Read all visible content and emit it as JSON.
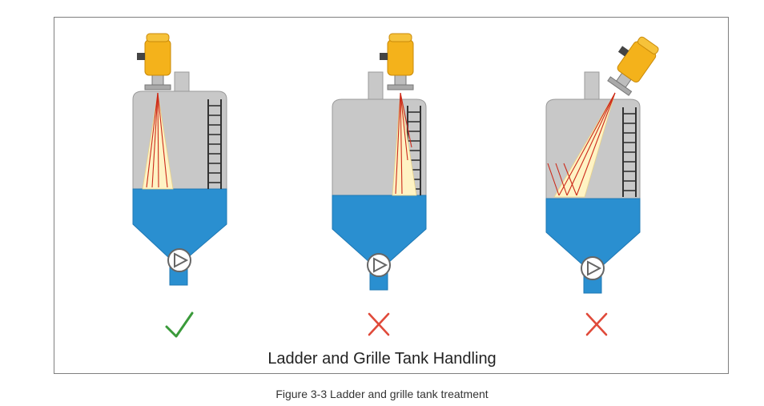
{
  "diagram": {
    "inner_title": "Ladder and Grille Tank Handling",
    "caption": "Figure 3-3 Ladder and grille tank treatment",
    "colors": {
      "tank_gray": "#c8c8c8",
      "tank_outline": "#9a9a9a",
      "liquid_blue": "#2a8fd0",
      "sensor_yellow": "#f4b21b",
      "beam": "#fff3c4",
      "ray_red": "#cc2a1a",
      "check_green": "#3a9a3a",
      "cross_red": "#e04a3a"
    },
    "tanks": [
      {
        "id": "left",
        "verdict": "correct",
        "verdict_icon": "check-icon"
      },
      {
        "id": "middle",
        "verdict": "incorrect",
        "verdict_icon": "cross-icon"
      },
      {
        "id": "right",
        "verdict": "incorrect",
        "verdict_icon": "cross-icon"
      }
    ]
  }
}
